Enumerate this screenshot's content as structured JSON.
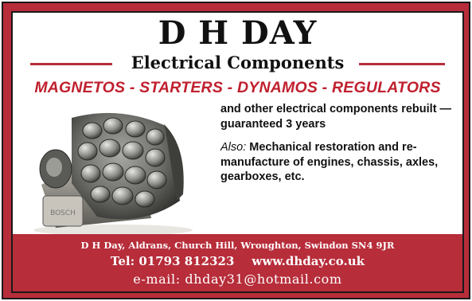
{
  "advert": {
    "company": "D H DAY",
    "tagline": "Electrical Components",
    "products": "MAGNETOS - STARTERS - DYNAMOS - REGULATORS",
    "photo_label": "BOSCH",
    "rebuild_text": "and other electrical components rebuilt — guaranteed 3 years",
    "also_label": "Also:",
    "also_text": "Mechanical restoration and re-manufacture of engines, chassis, axles, gearboxes, etc."
  },
  "footer": {
    "address": "D H Day, Aldrans, Church Hill, Wroughton, Swindon SN4 9JR",
    "tel": "Tel: 01793 812323",
    "website": "www.dhday.co.uk",
    "email": "e-mail: dhday31@hotmail.com"
  },
  "colors": {
    "accent_red": "#b72d3a",
    "headline_red": "#c0202e",
    "border": "#1a1a1a"
  }
}
